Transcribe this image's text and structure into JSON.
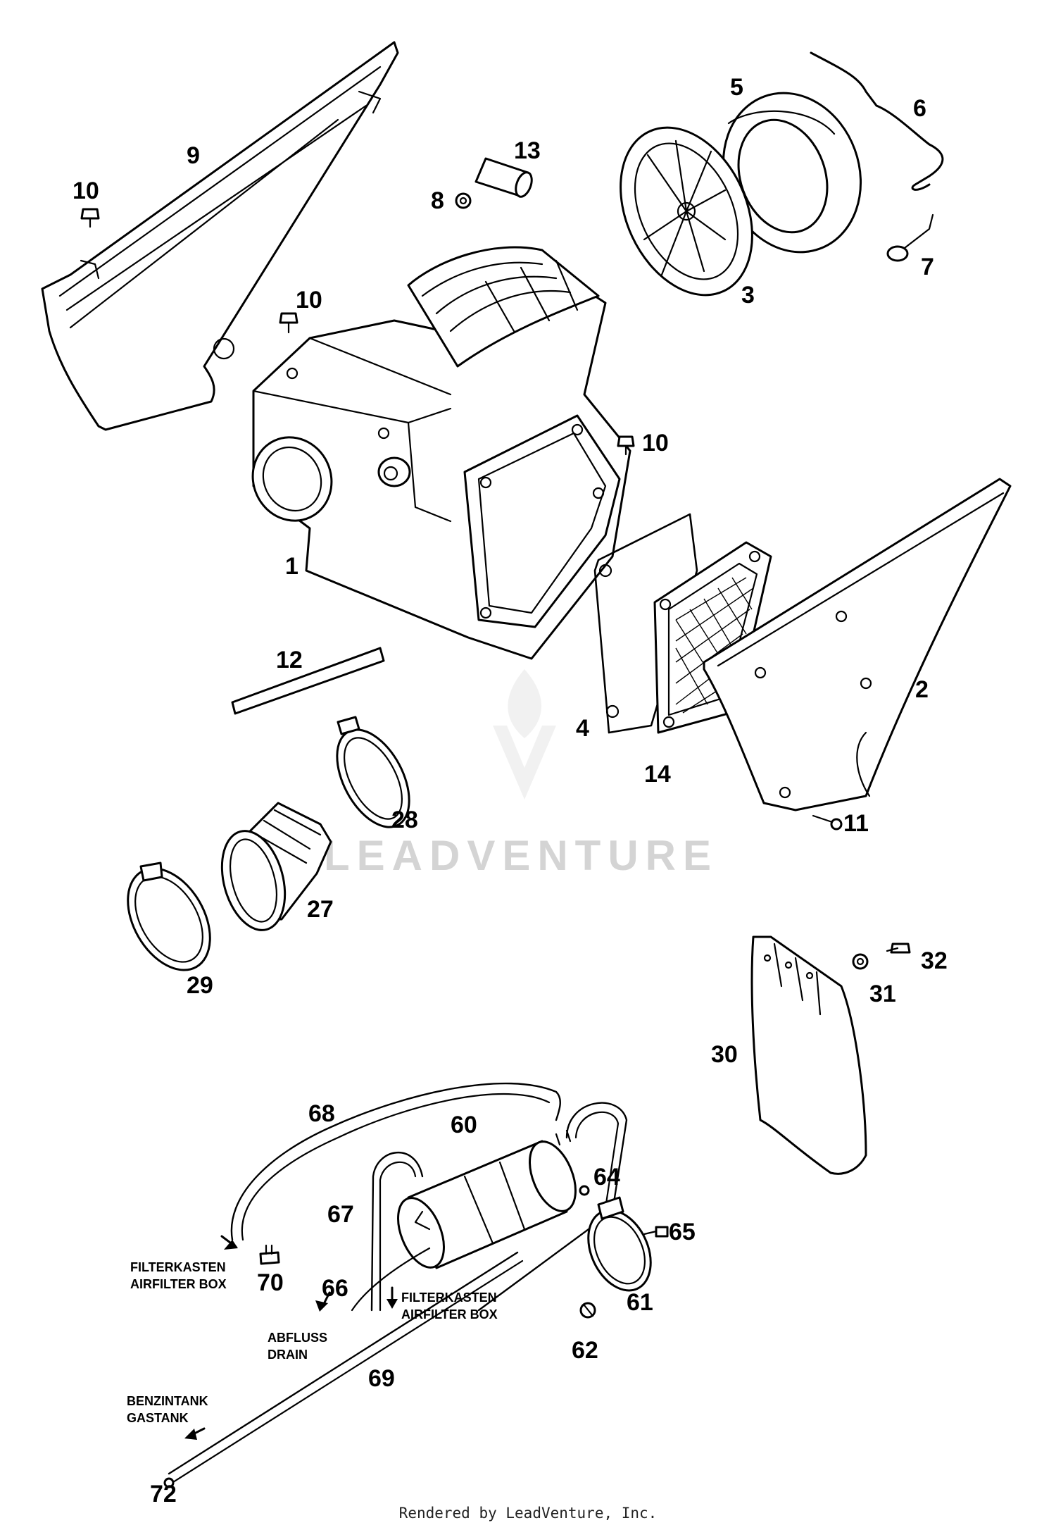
{
  "callouts": {
    "c1": "1",
    "c2": "2",
    "c3": "3",
    "c4": "4",
    "c5": "5",
    "c6": "6",
    "c7": "7",
    "c8": "8",
    "c9": "9",
    "c10a": "10",
    "c10b": "10",
    "c10c": "10",
    "c11": "11",
    "c12": "12",
    "c13": "13",
    "c14": "14",
    "c27": "27",
    "c28": "28",
    "c29": "29",
    "c30": "30",
    "c31": "31",
    "c32": "32",
    "c60": "60",
    "c61": "61",
    "c62": "62",
    "c64": "64",
    "c65": "65",
    "c66": "66",
    "c67": "67",
    "c68": "68",
    "c69": "69",
    "c70": "70",
    "c72": "72"
  },
  "notes": {
    "filterkasten_left_1": "FILTERKASTEN",
    "filterkasten_left_2": "AIRFILTER BOX",
    "filterkasten_right_1": "FILTERKASTEN",
    "filterkasten_right_2": "AIRFILTER BOX",
    "drain_1": "ABFLUSS",
    "drain_2": "DRAIN",
    "gastank_1": "BENZINTANK",
    "gastank_2": "GASTANK"
  },
  "watermark": "LEADVENTURE",
  "footer": "Rendered by LeadVenture, Inc."
}
